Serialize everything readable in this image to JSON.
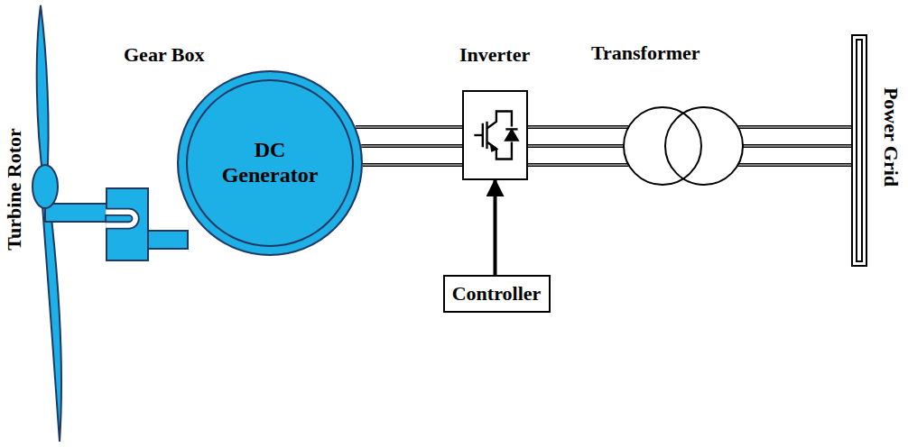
{
  "diagram": {
    "nodes": [
      {
        "text": [
          "Gear Box"
        ]
      },
      {
        "text": [
          "DC Generator"
        ]
      },
      {
        "text": [
          "Inverter"
        ]
      },
      {
        "text": [
          "Controller"
        ]
      },
      {
        "text": [
          "Transformer"
        ]
      },
      {
        "text": [
          "Power Grid"
        ]
      }
    ],
    "edges": [
      {
        "from": 1,
        "to": 2,
        "arrow": "none"
      },
      {
        "from": 2,
        "to": 4,
        "arrow": "none"
      },
      {
        "from": 4,
        "to": 5,
        "arrow": "none"
      },
      {
        "from": 3,
        "to": 2,
        "arrow": "to"
      }
    ],
    "labels": [
      "Turbine Rotor"
    ]
  }
}
